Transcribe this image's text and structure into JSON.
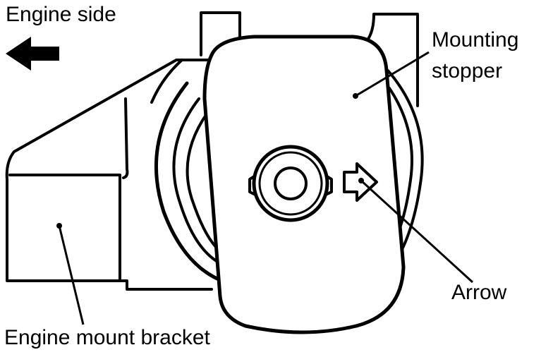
{
  "labels": {
    "engine_side": "Engine side",
    "mounting_stopper_line1": "Mounting",
    "mounting_stopper_line2": "stopper",
    "arrow": "Arrow",
    "engine_mount_bracket": "Engine mount bracket"
  },
  "colors": {
    "ink": "#000000",
    "background": "#ffffff"
  }
}
